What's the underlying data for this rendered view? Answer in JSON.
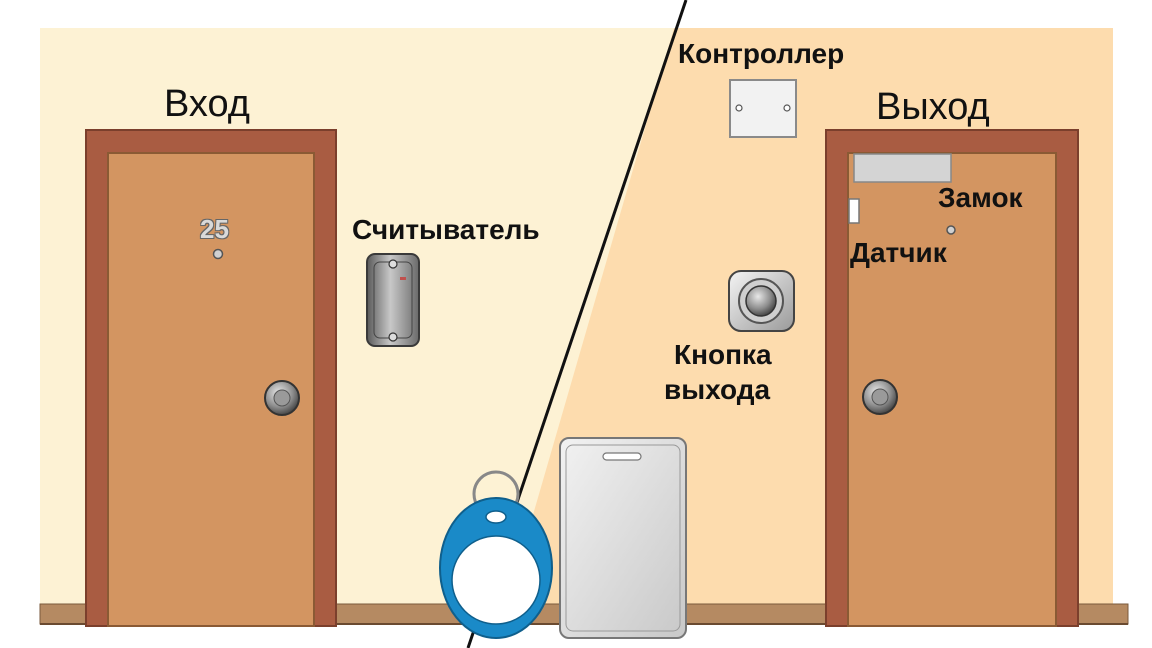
{
  "labels": {
    "entrance": "Вход",
    "exit": "Выход",
    "door_number": "25",
    "reader": "Считыватель",
    "controller": "Контроллер",
    "lock": "Замок",
    "sensor": "Датчик",
    "exit_button_line1": "Кнопка",
    "exit_button_line2": "выхода"
  },
  "colors": {
    "wall_inside": "#fdf2d4",
    "wall_outside": "#fddcae",
    "door_frame": "#a95c42",
    "door": "#d39561",
    "baseboard": "#b58a62",
    "key_fob": "#1a8ac8"
  },
  "icons": {
    "reader": "card-reader-icon",
    "controller": "controller-box-icon",
    "exit_button": "push-button-icon",
    "lock": "electromagnetic-lock-icon",
    "sensor": "door-sensor-icon",
    "key_fob": "key-fob-icon",
    "card": "proximity-card-icon"
  }
}
